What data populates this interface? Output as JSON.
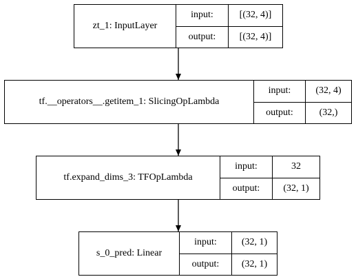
{
  "nodes": [
    {
      "name": "zt_1: InputLayer",
      "input_label": "input:",
      "input_value": "[(32, 4)]",
      "output_label": "output:",
      "output_value": "[(32, 4)]"
    },
    {
      "name": "tf.__operators__.getitem_1: SlicingOpLambda",
      "input_label": "input:",
      "input_value": "(32, 4)",
      "output_label": "output:",
      "output_value": "(32,)"
    },
    {
      "name": "tf.expand_dims_3: TFOpLambda",
      "input_label": "input:",
      "input_value": "32",
      "output_label": "output:",
      "output_value": "(32, 1)"
    },
    {
      "name": "s_0_pred: Linear",
      "input_label": "input:",
      "input_value": "(32, 1)",
      "output_label": "output:",
      "output_value": "(32, 1)"
    }
  ],
  "colors": {
    "stroke": "#000000",
    "background": "#ffffff"
  }
}
